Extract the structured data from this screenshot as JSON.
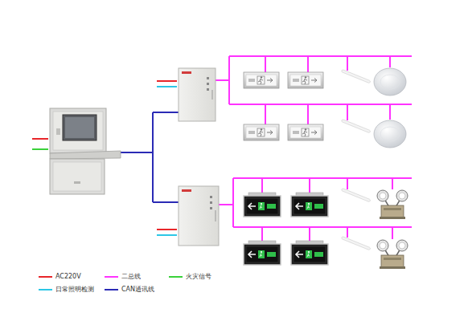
{
  "diagram": {
    "legend": [
      {
        "text": "AC220V",
        "color": "#e8262a"
      },
      {
        "text": "二总线",
        "color": "#ff33ff"
      },
      {
        "text": "火灾信号",
        "color": "#3ad13a"
      },
      {
        "text": "日常照明检测",
        "color": "#2cc7e6"
      },
      {
        "text": "CAN通讯线",
        "color": "#2b2bb5"
      }
    ]
  }
}
